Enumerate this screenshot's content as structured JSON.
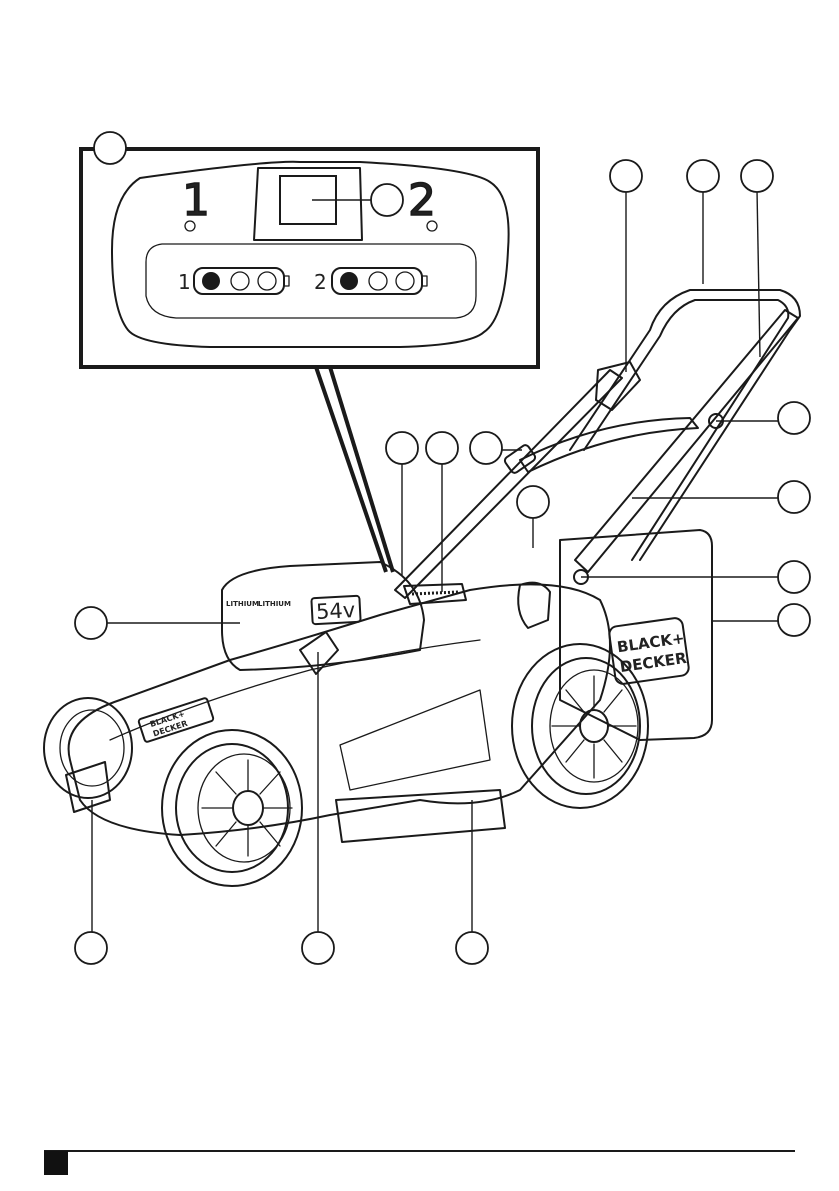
{
  "inset": {
    "number_1": "1",
    "number_2": "2",
    "battery_1_label": "1",
    "battery_2_label": "2"
  },
  "mower": {
    "battery_label_left": "LITHIUM",
    "battery_label_right": "LITHIUM",
    "voltage_badge": "54v",
    "brand_top": "BLACK+",
    "brand_bottom": "DECKER",
    "deck_badge_top": "BLACK+",
    "deck_badge_bottom": "DECKER"
  },
  "callout_count": 17,
  "footer": {
    "page_marker": ""
  }
}
